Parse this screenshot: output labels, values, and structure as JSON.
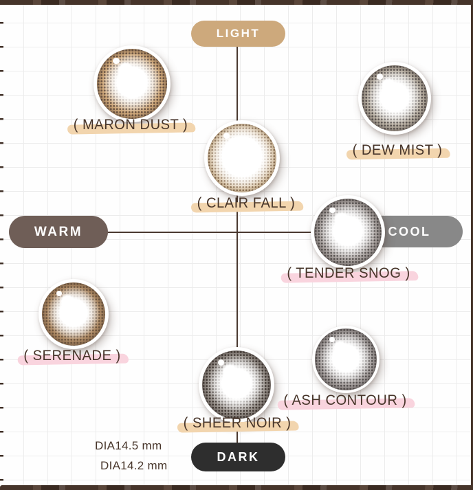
{
  "axes": {
    "top": "LIGHT",
    "bottom": "DARK",
    "left": "WARM",
    "right": "COOL"
  },
  "colors": {
    "axis_light": "#cda97c",
    "axis_warm": "#6f5e57",
    "axis_cool": "#888888",
    "axis_dark": "#2e2e2e",
    "swatch_pink": "#f9d4de",
    "swatch_tan": "#f2d5ae",
    "ink": "#47352a",
    "grid_line": "#ececec",
    "frame": "#46342a"
  },
  "lenses": [
    {
      "id": "maron-dust",
      "label": "( MARON DUST )",
      "ring": "#6a5341",
      "mid": "#cfa87a",
      "swatch": "tan",
      "dia": "DIA14.2 mm",
      "position": "light-warm"
    },
    {
      "id": "dew-mist",
      "label": "( DEW MIST )",
      "ring": "#5a534f",
      "mid": "#b7aea1",
      "swatch": "tan",
      "dia": "DIA14.2 mm",
      "position": "light-cool"
    },
    {
      "id": "clair-fall",
      "label": "( CLAIR FALL )",
      "ring": "#8a6e50",
      "mid": "#d8c1a0",
      "swatch": "tan",
      "dia": "DIA14.2 mm",
      "position": "center-light"
    },
    {
      "id": "tender-snog",
      "label": "( TENDER SNOG )",
      "ring": "#575250",
      "mid": "#aaa3a0",
      "swatch": "pink",
      "dia": "DIA14.5 mm",
      "position": "cool"
    },
    {
      "id": "serenade",
      "label": "( SERENADE )",
      "ring": "#6f563f",
      "mid": "#b08c66",
      "swatch": "pink",
      "dia": "DIA14.5 mm",
      "position": "warm-dark"
    },
    {
      "id": "sheer-noir",
      "label": "( SHEER NOIR )",
      "ring": "#433b36",
      "mid": "#9a938d",
      "swatch": "tan",
      "dia": "DIA14.2 mm",
      "position": "dark"
    },
    {
      "id": "ash-contour",
      "label": "( ASH CONTOUR )",
      "ring": "#565150",
      "mid": "#a7a19f",
      "swatch": "pink",
      "dia": "DIA14.5 mm",
      "position": "dark-cool"
    }
  ],
  "legend": [
    {
      "swatch": "pink",
      "label": "DIA14.5 mm"
    },
    {
      "swatch": "tan",
      "label": "DIA14.2 mm"
    }
  ]
}
